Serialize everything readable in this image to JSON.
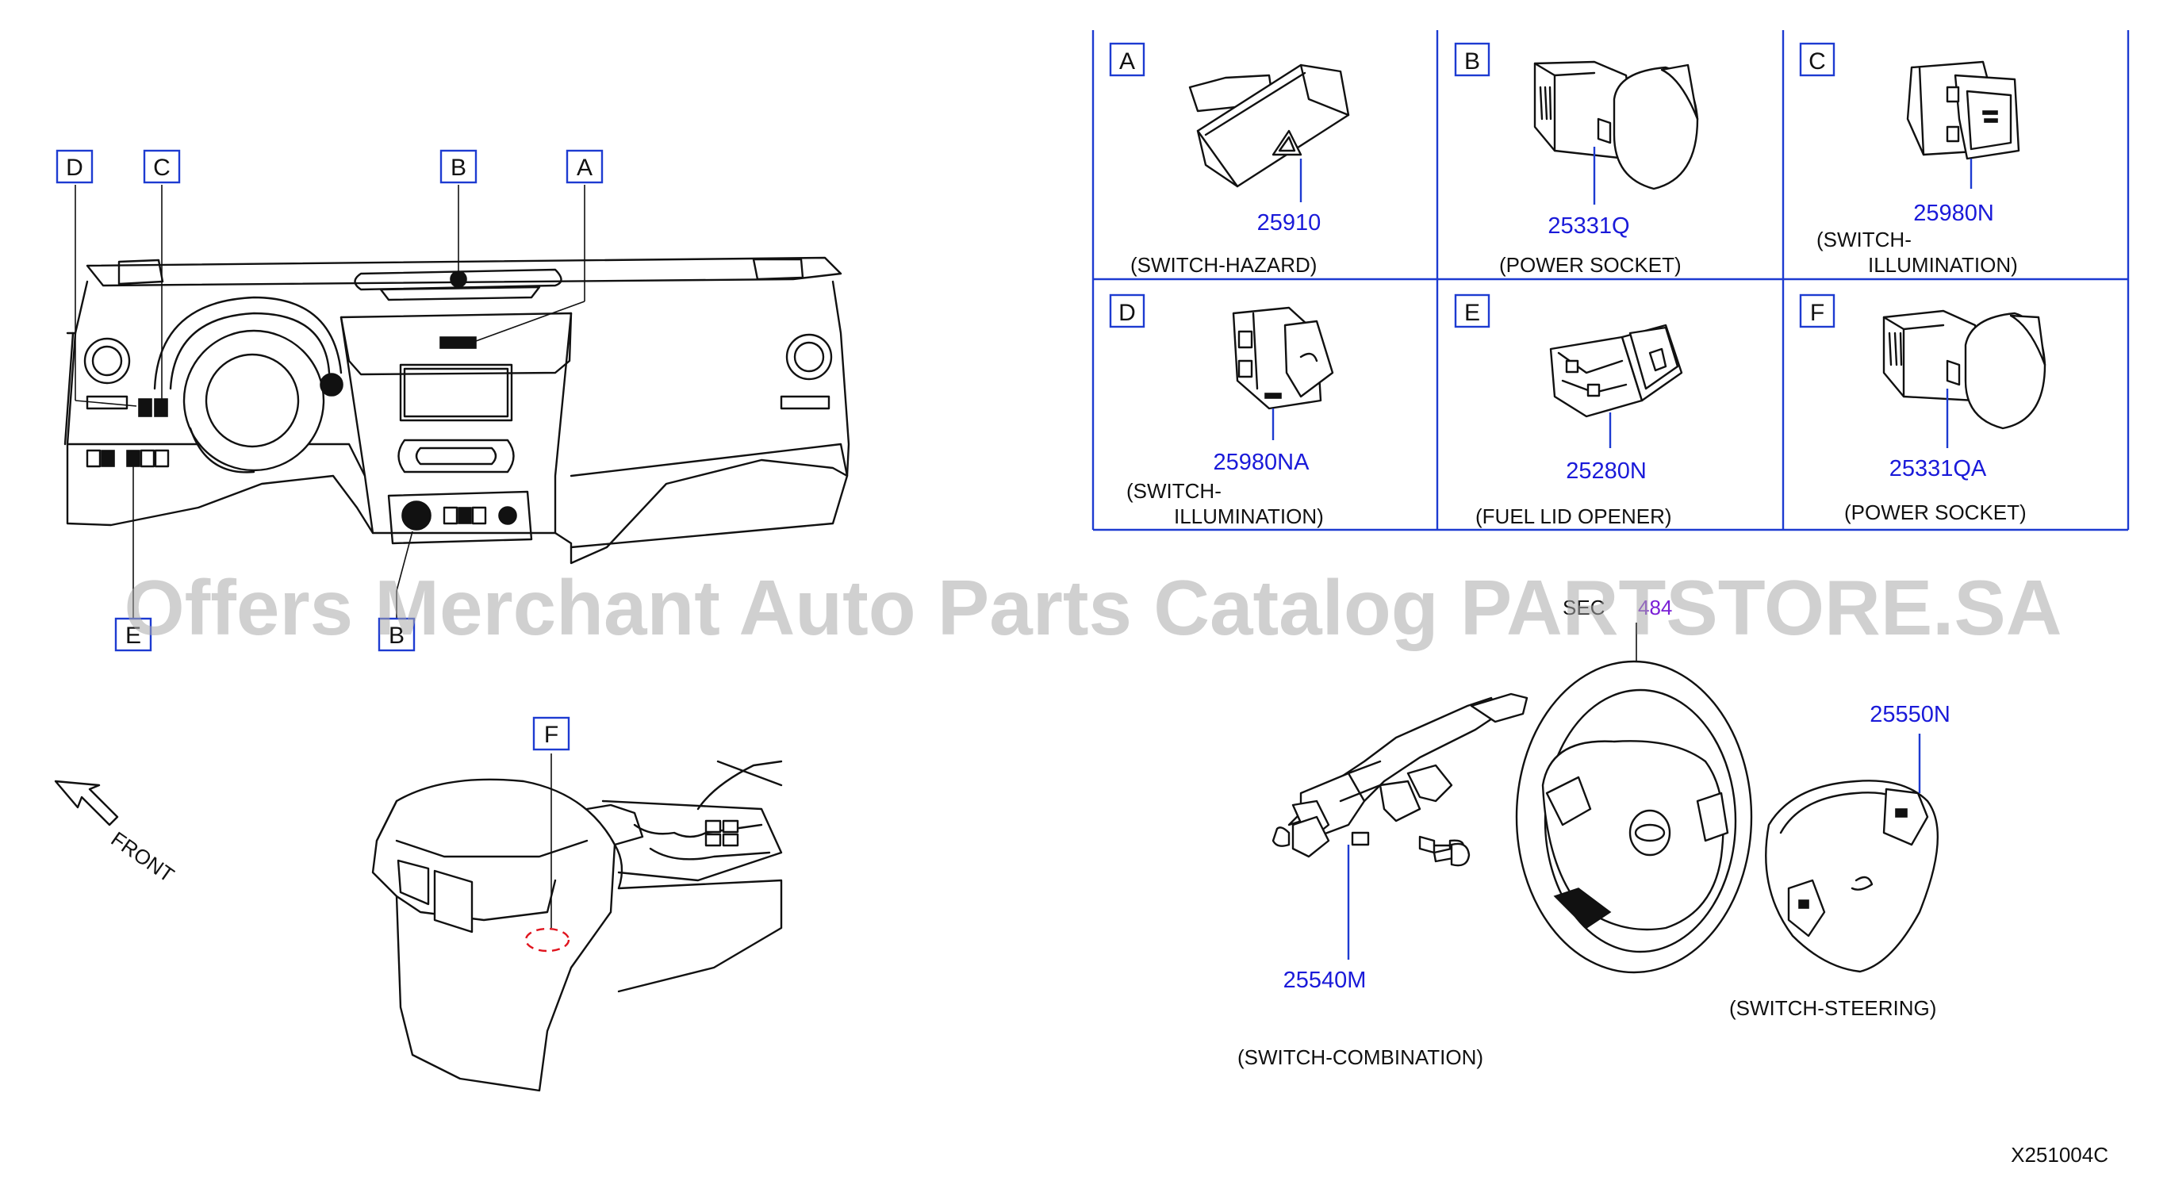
{
  "callouts": {
    "dash_D": "D",
    "dash_C": "C",
    "dash_B_top": "B",
    "dash_A": "A",
    "dash_E": "E",
    "dash_B_bottom": "B",
    "console_F": "F"
  },
  "front_label": "FRONT",
  "parts_table": [
    {
      "letter": "A",
      "part_no": "25910",
      "desc_lines": [
        "(SWITCH-HAZARD)"
      ]
    },
    {
      "letter": "B",
      "part_no": "25331Q",
      "desc_lines": [
        "(POWER   SOCKET)"
      ]
    },
    {
      "letter": "C",
      "part_no": "25980N",
      "desc_lines": [
        "(SWITCH-",
        "ILLUMINATION)"
      ]
    },
    {
      "letter": "D",
      "part_no": "25980NA",
      "desc_lines": [
        "(SWITCH-",
        "ILLUMINATION)"
      ]
    },
    {
      "letter": "E",
      "part_no": "25280N",
      "desc_lines": [
        "(FUEL   LID   OPENER)"
      ]
    },
    {
      "letter": "F",
      "part_no": "25331QA",
      "desc_lines": [
        "(POWER   SOCKET)"
      ]
    }
  ],
  "steering": {
    "sec_ref_prefix": "SEC",
    "sec_ref_number": "484",
    "combination_part_no": "25540M",
    "combination_desc": "(SWITCH-COMBINATION)",
    "steering_part_no": "25550N",
    "steering_desc": "(SWITCH-STEERING)"
  },
  "drawing_id": "X251004C",
  "watermark": "Offers Merchant Auto Parts Catalog PARTSTORE.SA",
  "colors": {
    "part_number": "#1a1ad9",
    "grid": "#1d3bd1",
    "sec_number": "#7a1fd6",
    "hidden_circle": "#e0141e"
  }
}
